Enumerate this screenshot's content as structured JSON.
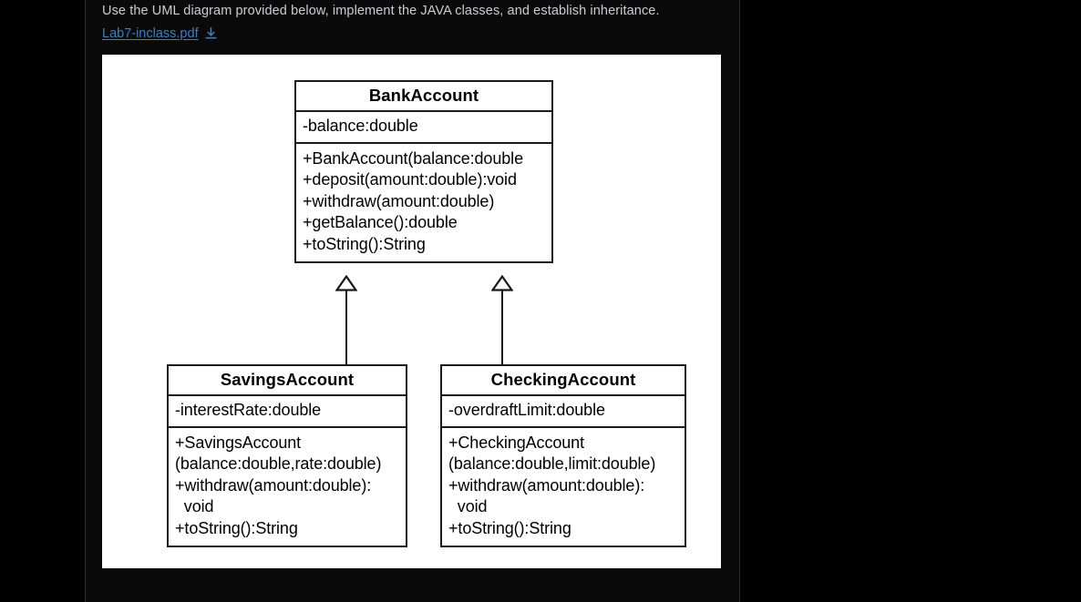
{
  "page": {
    "instruction": "Use the UML diagram provided below, implement the JAVA classes, and establish inheritance.",
    "attachment": {
      "filename": "Lab7-inclass.pdf",
      "download_icon": "download-icon"
    },
    "colors": {
      "background": "#000000",
      "content_background": "#0a0a0b",
      "text": "#c9cdd1",
      "link": "#3b7fc4",
      "canvas": "#ffffff",
      "stroke": "#1a1a1a"
    }
  },
  "diagram": {
    "type": "uml-class-diagram",
    "relationship": "generalization",
    "classes": {
      "bankaccount": {
        "name": "BankAccount",
        "attributes": [
          "-balance:double"
        ],
        "operations": [
          "+BankAccount(balance:double",
          "+deposit(amount:double):void",
          "+withdraw(amount:double)",
          "+getBalance():double",
          "+toString():String"
        ]
      },
      "savingsaccount": {
        "name": "SavingsAccount",
        "attributes": [
          "-interestRate:double"
        ],
        "operations": [
          "+SavingsAccount",
          "(balance:double,rate:double)",
          "+withdraw(amount:double):",
          "  void",
          "+toString():String"
        ]
      },
      "checkingaccount": {
        "name": "CheckingAccount",
        "attributes": [
          "-overdraftLimit:double"
        ],
        "operations": [
          "+CheckingAccount",
          "(balance:double,limit:double)",
          "+withdraw(amount:double):",
          "  void",
          "+toString():String"
        ]
      }
    },
    "generalizations": [
      {
        "from": "SavingsAccount",
        "to": "BankAccount"
      },
      {
        "from": "CheckingAccount",
        "to": "BankAccount"
      }
    ]
  }
}
